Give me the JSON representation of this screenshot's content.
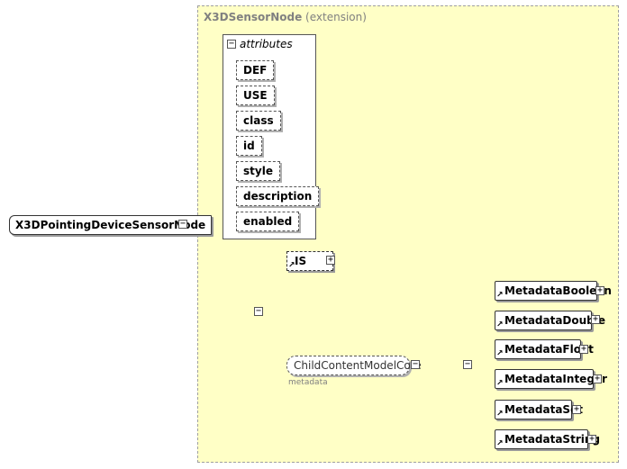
{
  "extension": {
    "name": "X3DSensorNode",
    "kind": "(extension)"
  },
  "attributes": {
    "title": "attributes",
    "items": [
      "DEF",
      "USE",
      "class",
      "id",
      "style",
      "description",
      "enabled"
    ]
  },
  "root": {
    "label": "X3DPointingDeviceSensorNode"
  },
  "sequence": {
    "is_element": "IS",
    "group": {
      "label": "ChildContentModelCore",
      "sublabel": "metadata"
    }
  },
  "choice": {
    "items": [
      "MetadataBoolean",
      "MetadataDouble",
      "MetadataFloat",
      "MetadataInteger",
      "MetadataSet",
      "MetadataString"
    ]
  },
  "icons": {
    "expand": "+",
    "collapse": "−"
  },
  "colors": {
    "extension_bg": "#ffffc6",
    "border": "#555555",
    "connector": "#333333"
  }
}
